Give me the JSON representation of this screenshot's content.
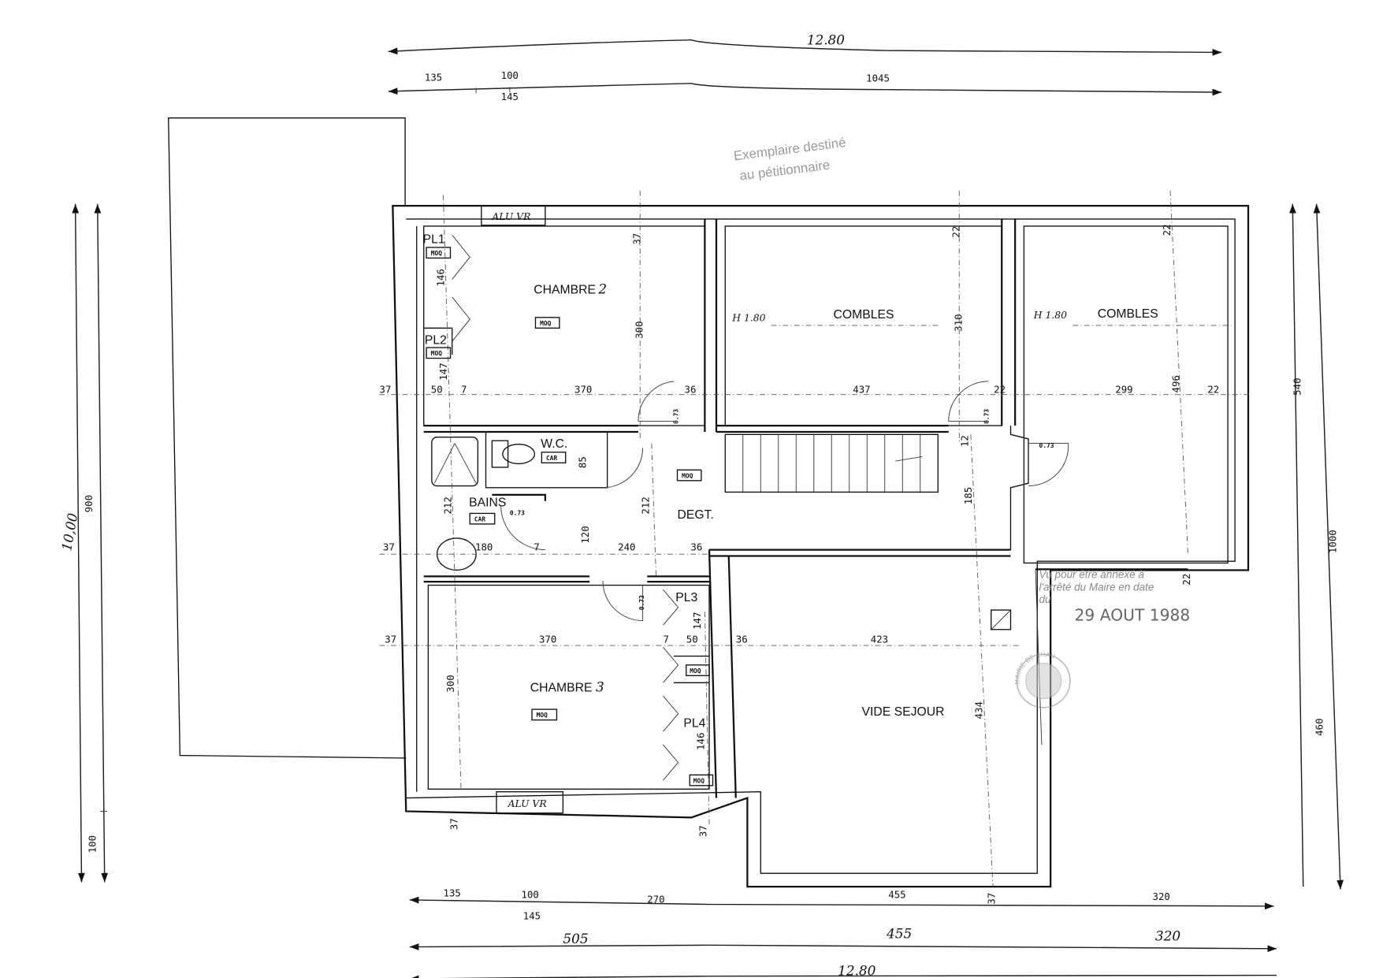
{
  "plan": {
    "top_overall": "12.80",
    "top_dims": [
      "135",
      "100",
      "145",
      "1045"
    ],
    "bottom_dims": [
      "135",
      "100",
      "145",
      "270",
      "455",
      "320"
    ],
    "bottom_chain": [
      "505",
      "455",
      "320"
    ],
    "bottom_overall": "12.80",
    "left_dims": [
      "900",
      "100"
    ],
    "left_overall": "10,00",
    "right_dims": [
      "540",
      "1000",
      "460"
    ],
    "row1_dims": [
      "37",
      "50",
      "7",
      "370",
      "36",
      "437",
      "22",
      "299",
      "22"
    ],
    "row2_dims": [
      "37",
      "180",
      "7",
      "240",
      "36"
    ],
    "row3_dims": [
      "37",
      "370",
      "7",
      "50",
      "36",
      "423"
    ],
    "vertical_dims": [
      "37",
      "300",
      "22",
      "310",
      "22",
      "496",
      "146",
      "147",
      "212",
      "212",
      "120",
      "85",
      "12",
      "185",
      "22",
      "300",
      "147",
      "146",
      "434",
      "37",
      "37",
      "37"
    ]
  },
  "rooms": {
    "chambre2": "CHAMBRE",
    "chambre2_num": "2",
    "combles1": "COMBLES",
    "combles2": "COMBLES",
    "height1": "H 1.80",
    "height2": "H 1.80",
    "wc": "W.C.",
    "bains": "BAINS",
    "degt": "DEGT.",
    "chambre3": "CHAMBRE",
    "chambre3_num": "3",
    "vide_sejour": "VIDE SEJOUR",
    "pl1": "PL1",
    "pl2": "PL2",
    "pl3": "PL3",
    "pl4": "PL4",
    "window_top": "ALU VR",
    "window_bottom": "ALU VR",
    "floor_moq": "MOQ",
    "floor_car": "CAR",
    "door_width": "0.73"
  },
  "stamps": {
    "copy_line1": "Exemplaire destiné",
    "copy_line2": "au pétitionnaire",
    "annex_line1": "Vu pour être annexé à",
    "annex_line2": "l'arrêté du Maire en date",
    "annex_line3": "du",
    "annex_date": "29 AOUT 1988",
    "seal_text": "MAIRIE DE CHAU"
  }
}
